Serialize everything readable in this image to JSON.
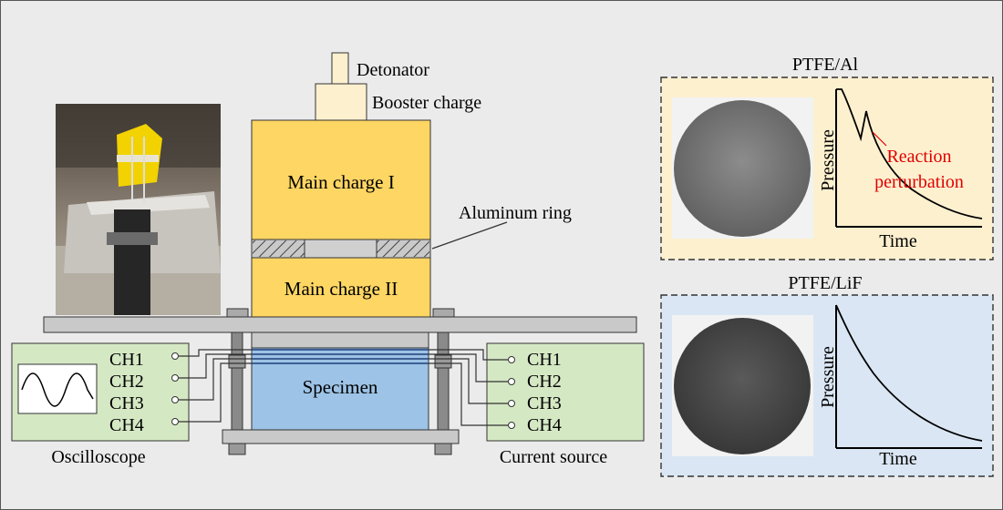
{
  "labels": {
    "detonator": "Detonator",
    "booster": "Booster charge",
    "main1": "Main charge I",
    "main2": "Main charge II",
    "aluminum_ring": "Aluminum ring",
    "specimen": "Specimen",
    "oscilloscope": "Oscilloscope",
    "current_source": "Current source",
    "channels": [
      "CH1",
      "CH2",
      "CH3",
      "CH4"
    ]
  },
  "panels": {
    "ptfe_al": {
      "title": "PTFE/Al",
      "ylabel": "Pressure",
      "xlabel": "Time",
      "annotation_line1": "Reaction",
      "annotation_line2": "perturbation"
    },
    "ptfe_lif": {
      "title": "PTFE/LiF",
      "ylabel": "Pressure",
      "xlabel": "Time"
    }
  },
  "colors": {
    "background": "#ebebeb",
    "charge": "#fdd663",
    "booster": "#fdf0cf",
    "specimen": "#9dc3e6",
    "instrument_box": "#d5e8c4",
    "plate": "#c9c9c9",
    "ptfe_al_bg": "#fdf0cf",
    "ptfe_lif_bg": "#dae6f3",
    "annotation": "#e00000"
  }
}
